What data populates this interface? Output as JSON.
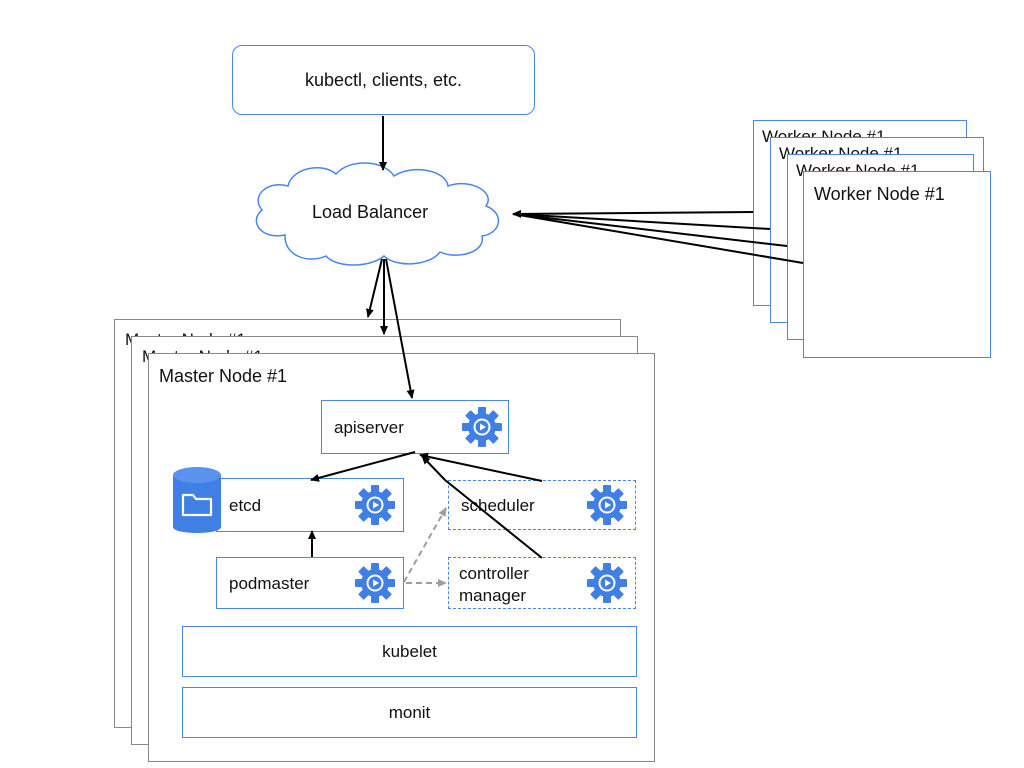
{
  "clients": {
    "label": "kubectl, clients, etc."
  },
  "load_balancer": {
    "label": "Load Balancer"
  },
  "worker_nodes": {
    "back_labels": [
      "Worker Node #1",
      "Worker Node #1",
      "Worker Node #1"
    ],
    "front_label": "Worker Node #1"
  },
  "master_nodes": {
    "back_labels": [
      "Master Node #1",
      "Master Node #1"
    ],
    "front_label": "Master Node #1"
  },
  "components": {
    "apiserver": "apiserver",
    "etcd": "etcd",
    "scheduler": "scheduler",
    "podmaster": "podmaster",
    "controller_manager_line1": "controller",
    "controller_manager_line2": "manager",
    "kubelet": "kubelet",
    "monit": "monit"
  },
  "colors": {
    "accent": "#4a86e8",
    "icon_blue": "#3f7fe6",
    "arrow": "#000000",
    "dashed_arrow": "#9e9e9e"
  }
}
